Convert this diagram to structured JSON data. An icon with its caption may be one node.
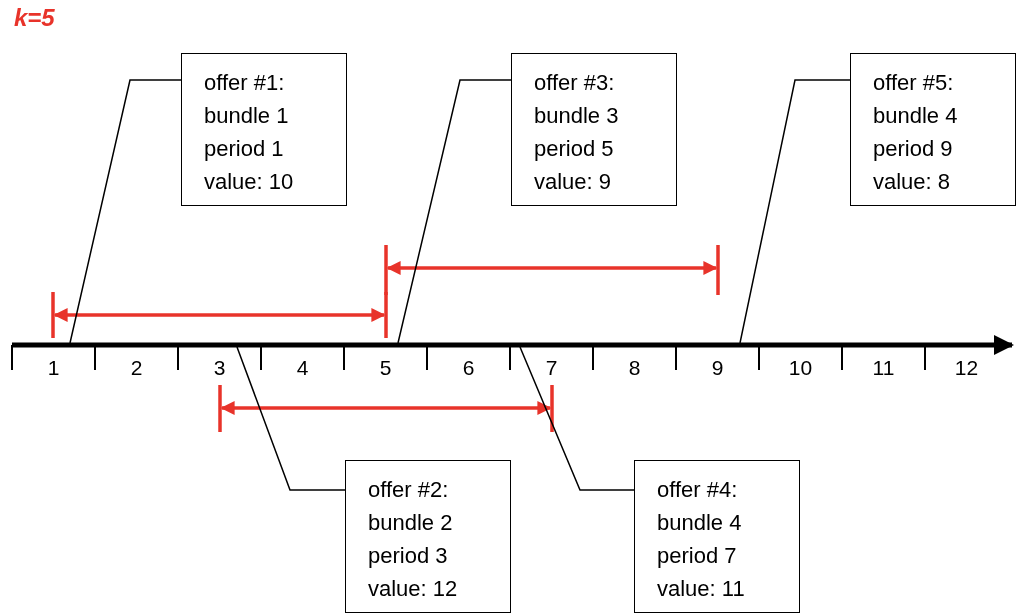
{
  "diagram": {
    "title": "k=5",
    "nodes": [
      {
        "text": [
          "offer #1:",
          "bundle 1",
          "period 1",
          "value: 10"
        ]
      },
      {
        "text": [
          "offer #3:",
          "bundle 3",
          "period 5",
          "value: 9"
        ]
      },
      {
        "text": [
          "offer #5:",
          "bundle 4",
          "period 9",
          "value: 8"
        ]
      },
      {
        "text": [
          "offer #2:",
          "bundle 2",
          "period 3",
          "value: 12"
        ]
      },
      {
        "text": [
          "offer #4:",
          "bundle 4",
          "period 7",
          "value: 11"
        ]
      }
    ],
    "edges": [
      {
        "from": 0,
        "to": null,
        "arrow": "none"
      },
      {
        "from": 1,
        "to": null,
        "arrow": "none"
      },
      {
        "from": 2,
        "to": null,
        "arrow": "none"
      },
      {
        "from": 3,
        "to": null,
        "arrow": "none"
      },
      {
        "from": 4,
        "to": null,
        "arrow": "none"
      }
    ],
    "labels": [
      "1",
      "2",
      "3",
      "4",
      "5",
      "6",
      "7",
      "8",
      "9",
      "10",
      "11",
      "12"
    ]
  }
}
